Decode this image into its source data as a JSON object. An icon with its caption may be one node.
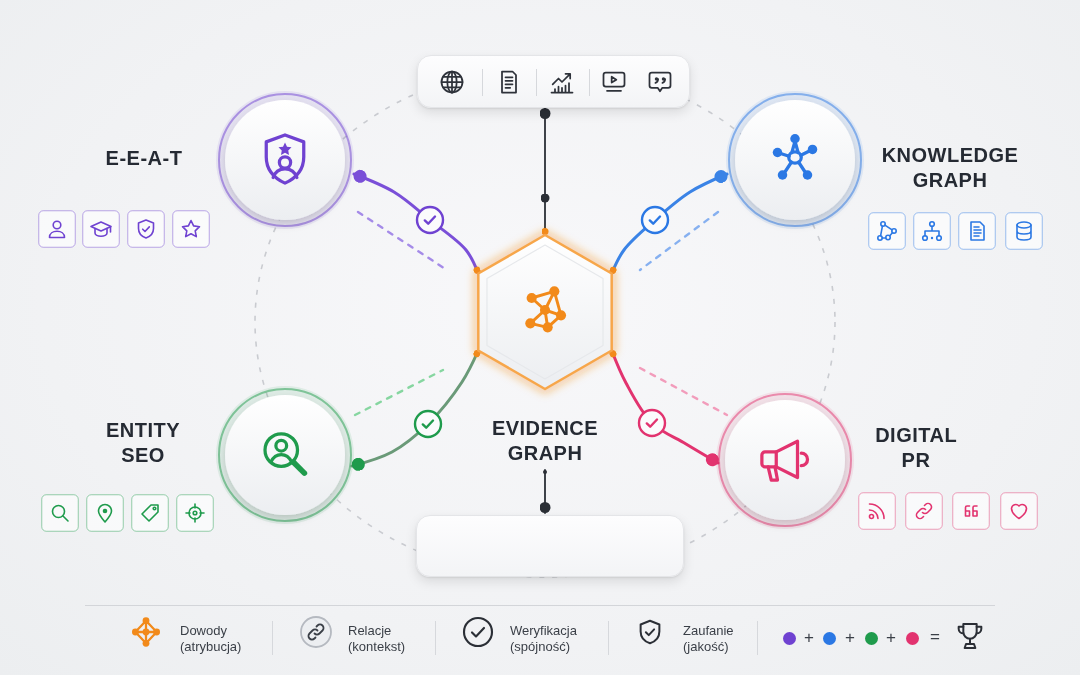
{
  "diagram": {
    "nodes": [
      {
        "text": [],
        "shape": "box"
      },
      {
        "text": [
          "E-E-A-T"
        ]
      },
      {
        "text": [
          "KNOWLEDGE GRAPH"
        ]
      },
      {
        "text": [
          "EVIDENCE GRAPH"
        ]
      },
      {
        "text": [
          "ENTITY SEO"
        ]
      },
      {
        "text": [
          "DIGITAL PR"
        ]
      },
      {
        "text": [],
        "shape": "box"
      }
    ],
    "edges": [
      {
        "from": 3,
        "to": 0,
        "arrow": "other",
        "color": "#2b2f36"
      },
      {
        "from": 1,
        "to": 3,
        "arrow": "other",
        "color": "#7a4fd8"
      },
      {
        "from": 2,
        "to": 3,
        "arrow": "other",
        "color": "#3a83e6"
      },
      {
        "from": 4,
        "to": 3,
        "arrow": "other",
        "color": "#6a9a78"
      },
      {
        "from": 5,
        "to": 3,
        "arrow": "other",
        "color": "#e2336f"
      },
      {
        "from": 3,
        "to": 6,
        "arrow": "other",
        "color": "#2b2f36"
      }
    ],
    "labels": [
      "+",
      "+",
      "+",
      "="
    ],
    "legend": [
      {
        "text": "Dowody (atrybucja)"
      },
      {
        "text": "Relacje (kontekst)"
      },
      {
        "text": "Weryfikacja (spójność)"
      },
      {
        "text": "Zaufanie (jakość)"
      }
    ]
  }
}
